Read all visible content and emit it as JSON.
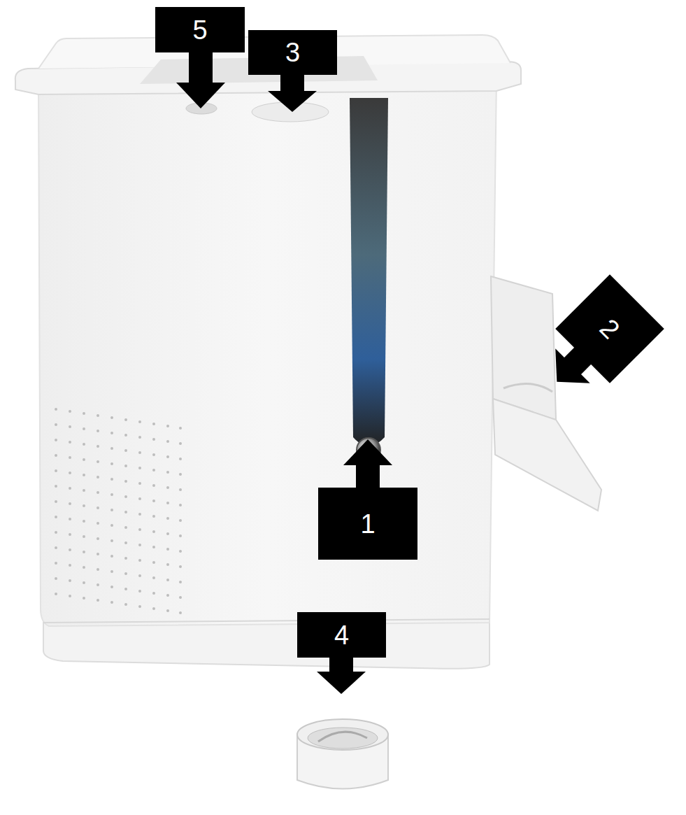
{
  "diagram": {
    "nodes": [
      {
        "text": [
          "5"
        ]
      },
      {
        "text": [
          "3"
        ]
      },
      {
        "text": [
          "2"
        ]
      },
      {
        "text": [
          "1"
        ]
      },
      {
        "text": [
          "4"
        ]
      }
    ]
  }
}
